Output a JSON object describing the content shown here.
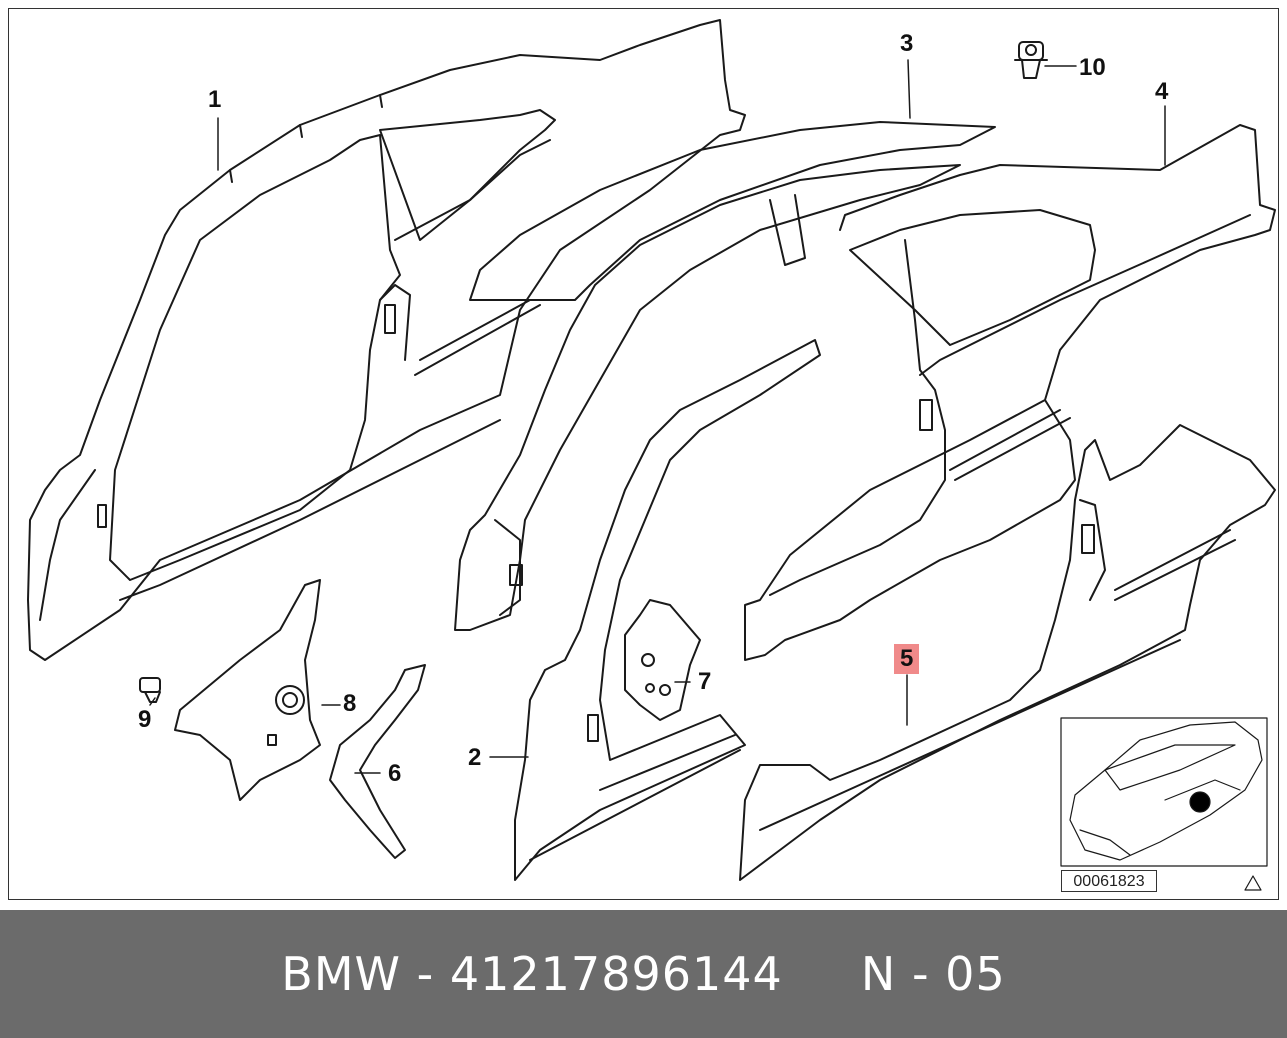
{
  "diagram": {
    "callouts": [
      "1",
      "2",
      "3",
      "4",
      "5",
      "6",
      "7",
      "8",
      "9",
      "10"
    ],
    "highlighted_callout": "5",
    "diagram_id": "00061823",
    "warning_icon": "warning-triangle-icon"
  },
  "footer": {
    "brand": "BMW",
    "separator": " - ",
    "part_number": "41217896144",
    "gap": "     ",
    "position": "N - 05"
  },
  "colors": {
    "line": "#1a1a1a",
    "highlight": "#f08a8a",
    "footer_bg": "#6b6b6b",
    "footer_text": "#ffffff"
  }
}
